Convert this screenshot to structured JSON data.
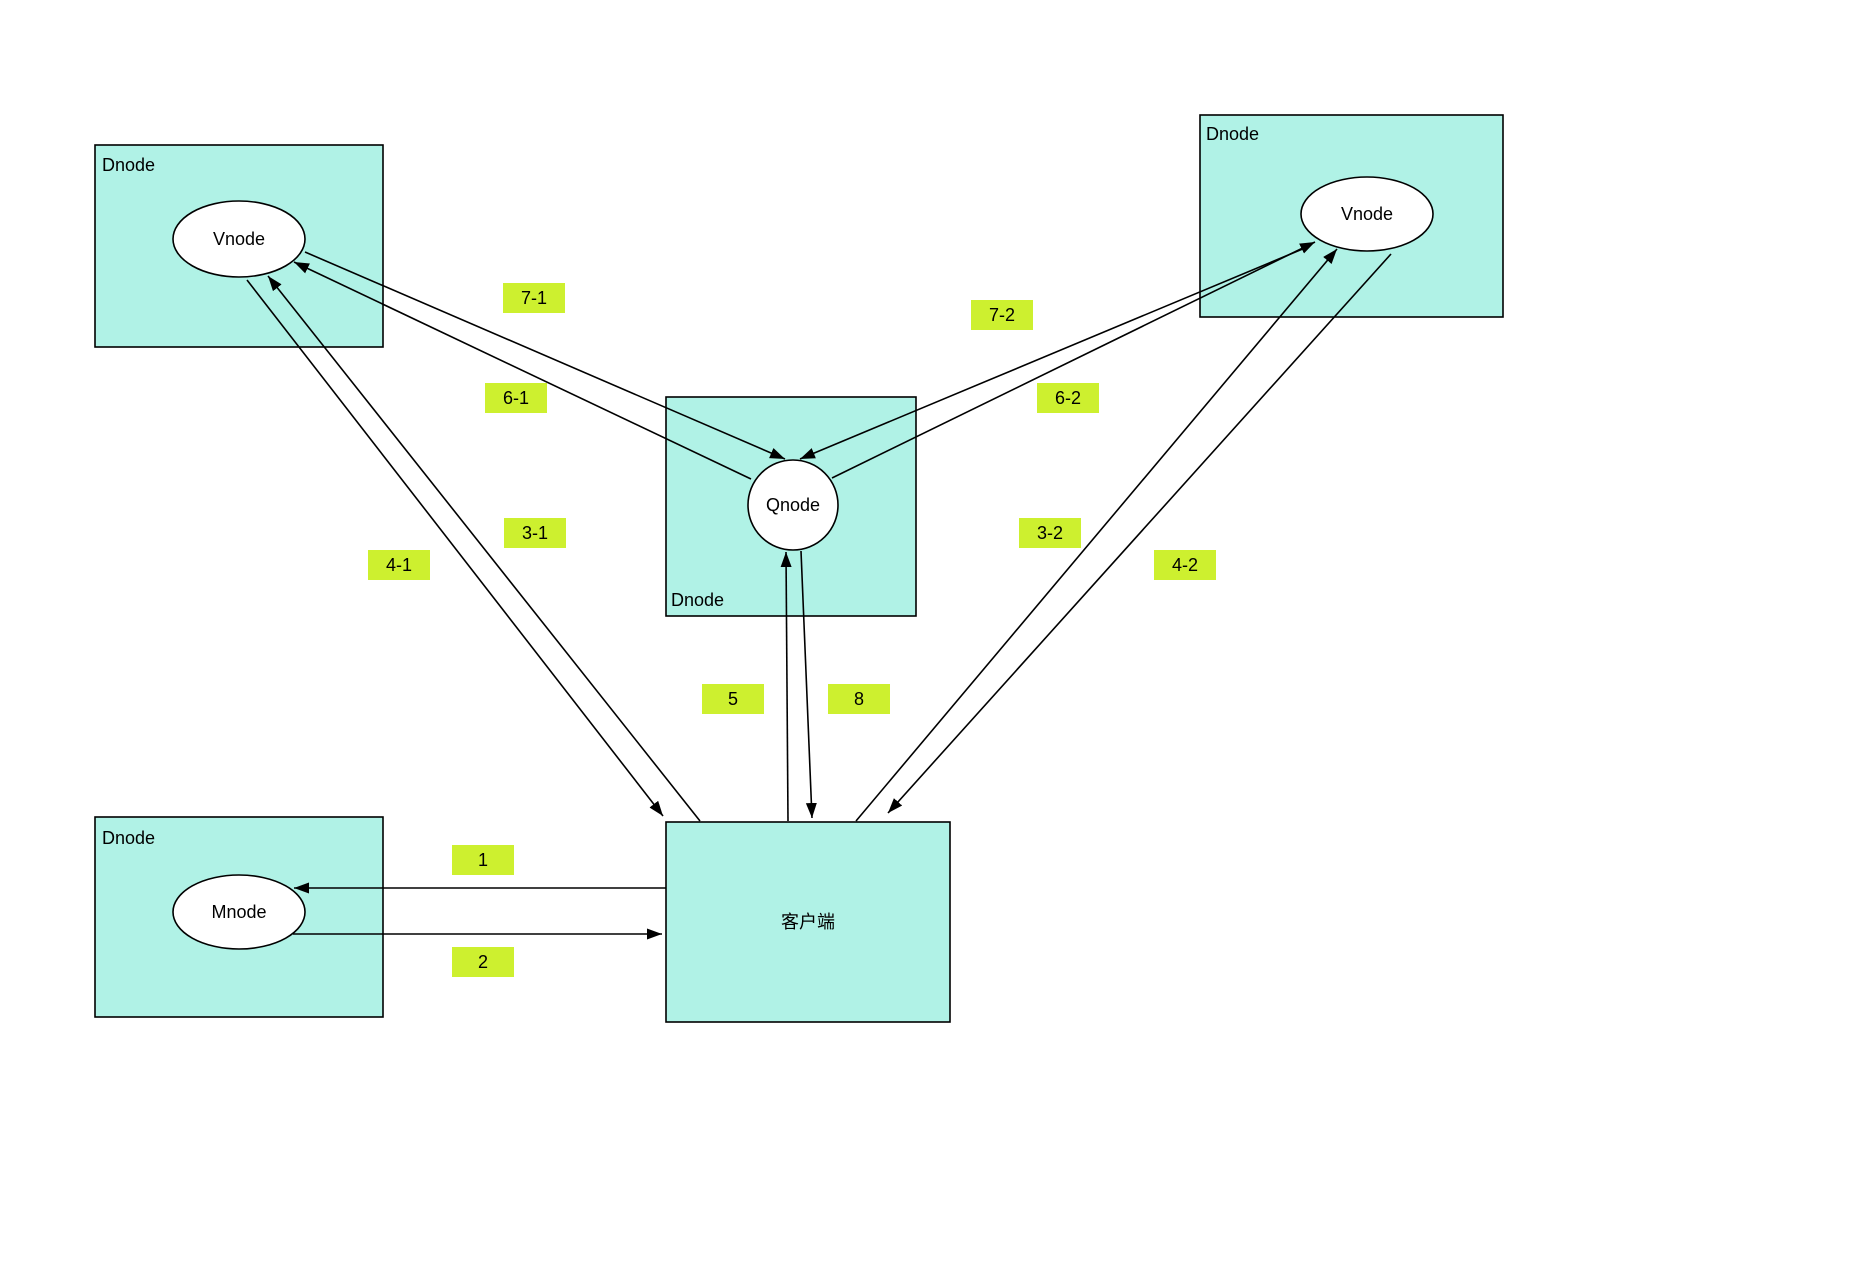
{
  "diagram": {
    "colors": {
      "dnode_fill": "#b0f2e6",
      "node_fill": "#ffffff",
      "label_fill": "#cdf02f",
      "stroke": "#000000"
    },
    "boxes": {
      "dnode_top_left": "Dnode",
      "dnode_top_right": "Dnode",
      "dnode_middle": "Dnode",
      "dnode_bottom_left": "Dnode",
      "client": "客户端"
    },
    "nodes": {
      "vnode_top_left": "Vnode",
      "vnode_top_right": "Vnode",
      "qnode": "Qnode",
      "mnode": "Mnode"
    },
    "edge_labels": {
      "e1": "1",
      "e2": "2",
      "e3_1": "3-1",
      "e4_1": "4-1",
      "e3_2": "3-2",
      "e4_2": "4-2",
      "e5": "5",
      "e6_1": "6-1",
      "e6_2": "6-2",
      "e7_1": "7-1",
      "e7_2": "7-2",
      "e8": "8"
    }
  }
}
